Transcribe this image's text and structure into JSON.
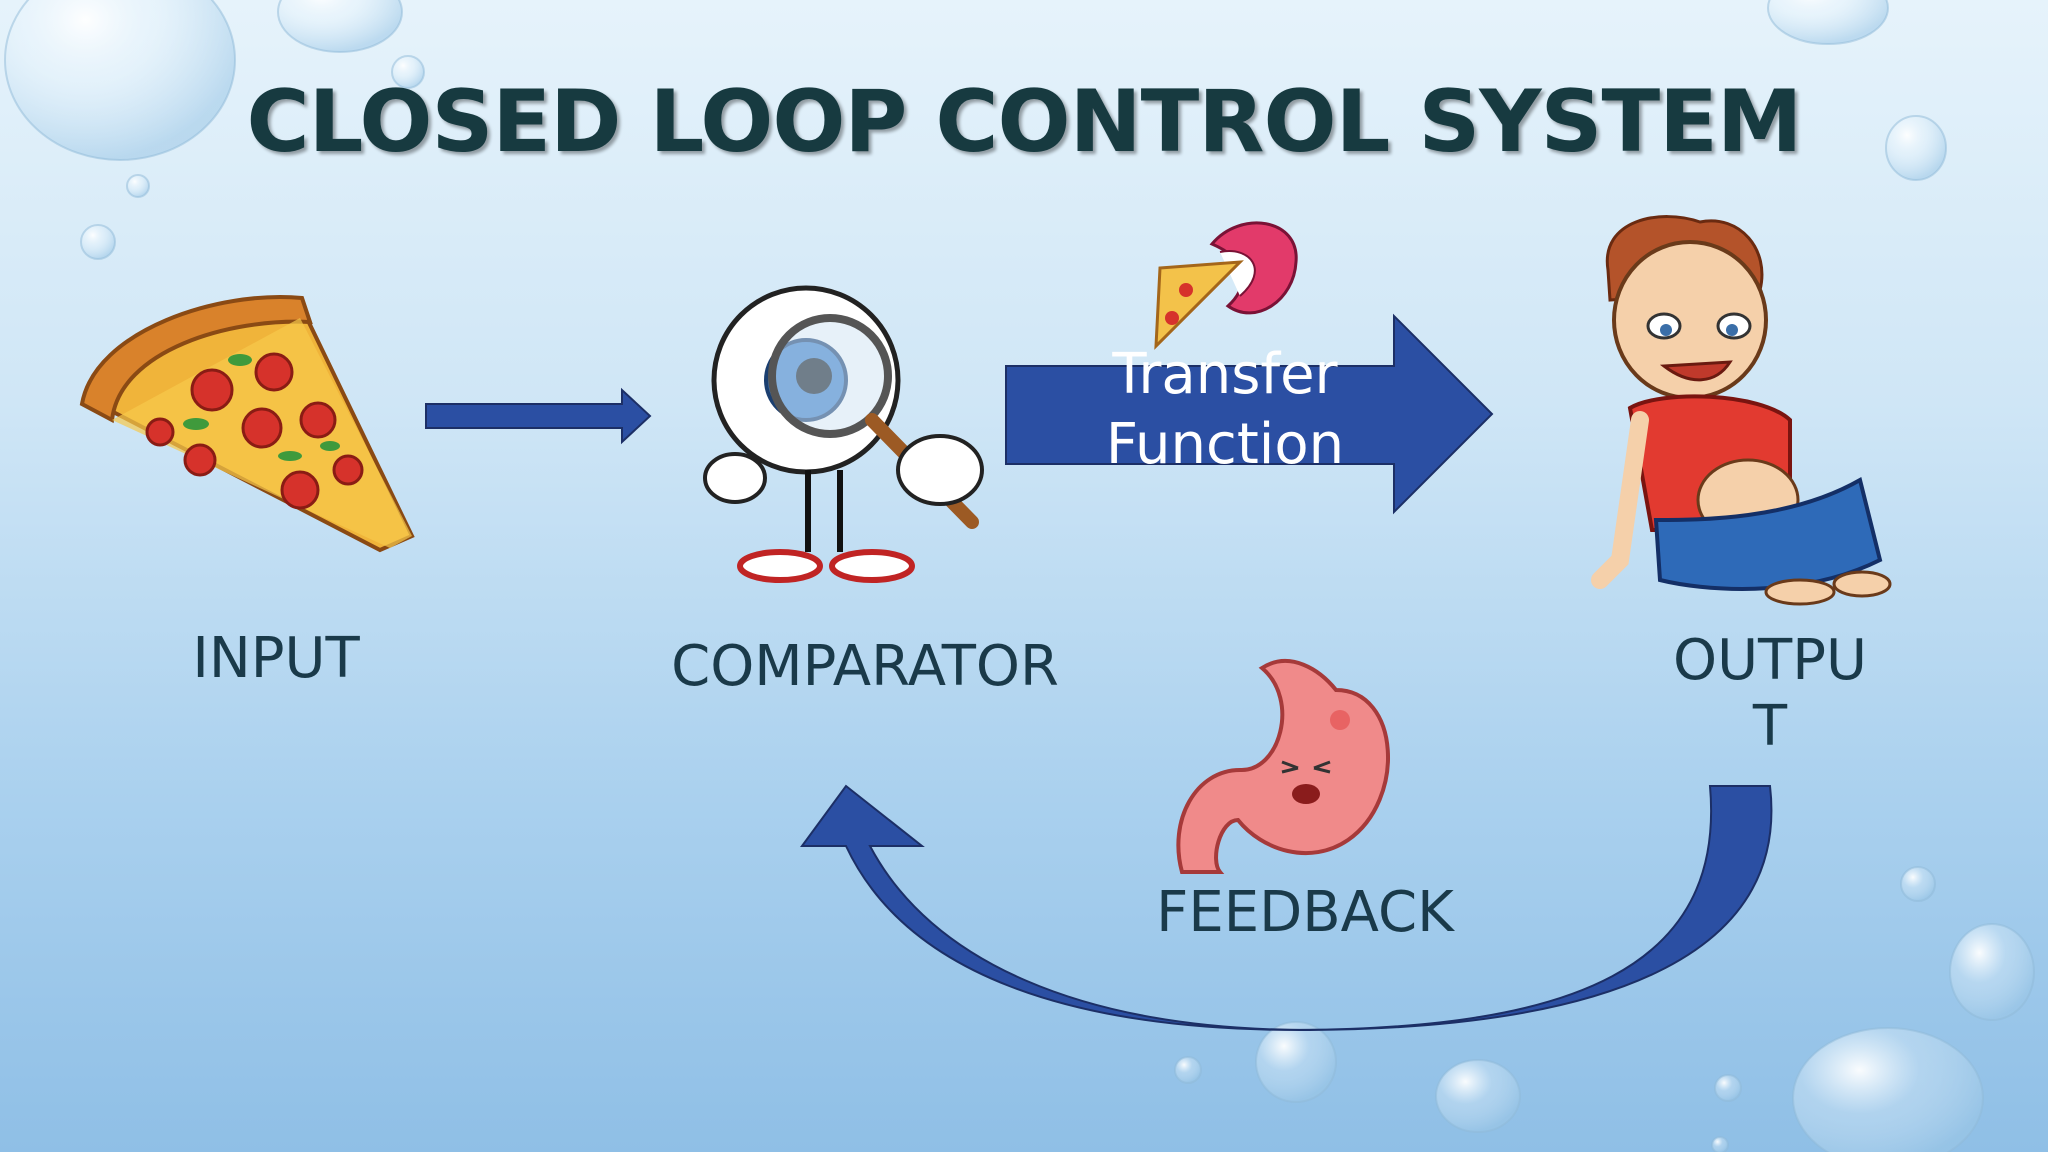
{
  "slide": {
    "title": "CLOSED LOOP CONTROL SYSTEM",
    "blocks": {
      "input": "INPUT",
      "comparator": "COMPARATOR",
      "output_line1": "OUTPU",
      "output_line2": "T",
      "feedback": "FEEDBACK"
    },
    "transfer_function": {
      "line1": "Transfer",
      "line2": "Function"
    }
  },
  "colors": {
    "arrow": "#2b4fa3",
    "title": "#173a40",
    "label": "#1a3a4a"
  },
  "images": [
    "pizza-slice-image",
    "eyeball-magnifier-image",
    "mouth-eating-pizza-image",
    "full-boy-image",
    "upset-stomach-image"
  ]
}
